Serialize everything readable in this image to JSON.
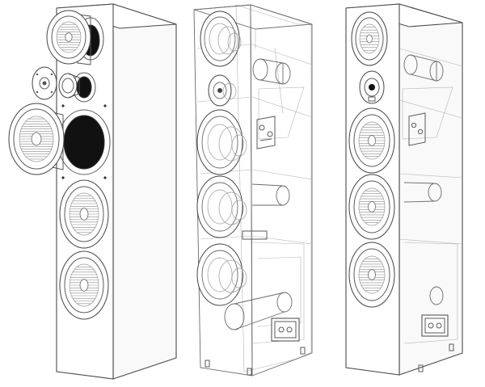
{
  "illustration": {
    "panels": [
      {
        "id": "exploded",
        "view": "exploded"
      },
      {
        "id": "xray",
        "view": "transparent"
      },
      {
        "id": "assembled",
        "view": "assembled"
      }
    ],
    "colors": {
      "line": "#4a4a4a",
      "fill": "#ffffff",
      "accent": "#111111"
    }
  }
}
